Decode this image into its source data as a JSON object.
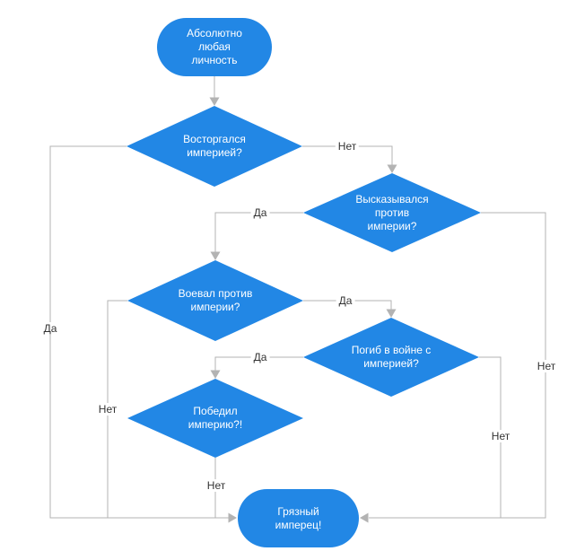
{
  "diagram": {
    "colors": {
      "background": "#ffffff",
      "shape_fill": "#2287e5",
      "shape_text": "#ffffff",
      "connector": "#b3b3b3",
      "label_text": "#333333",
      "label_bg": "#ffffff"
    },
    "nodes": {
      "start": {
        "type": "terminator",
        "label": "Абсолютно любая личность"
      },
      "q1": {
        "type": "decision",
        "label": "Восторгался империей?"
      },
      "q2": {
        "type": "decision",
        "label": "Высказывался против империи?"
      },
      "q3": {
        "type": "decision",
        "label": "Воевал против империи?"
      },
      "q4": {
        "type": "decision",
        "label": "Погиб в войне с империей?"
      },
      "q5": {
        "type": "decision",
        "label": "Победил империю?!"
      },
      "end": {
        "type": "terminator",
        "label": "Грязный имперец!"
      }
    },
    "edges": [
      {
        "from": "start",
        "to": "q1",
        "label": ""
      },
      {
        "from": "q1",
        "to": "q2",
        "label": "Нет"
      },
      {
        "from": "q1",
        "to": "end",
        "label": "Да"
      },
      {
        "from": "q2",
        "to": "q3",
        "label": "Да"
      },
      {
        "from": "q2",
        "to": "end",
        "label": "Нет"
      },
      {
        "from": "q3",
        "to": "q4",
        "label": "Да"
      },
      {
        "from": "q3",
        "to": "end",
        "label": "Нет"
      },
      {
        "from": "q4",
        "to": "q5",
        "label": "Да"
      },
      {
        "from": "q4",
        "to": "end",
        "label": "Нет"
      },
      {
        "from": "q5",
        "to": "end",
        "label": "Нет"
      }
    ]
  }
}
